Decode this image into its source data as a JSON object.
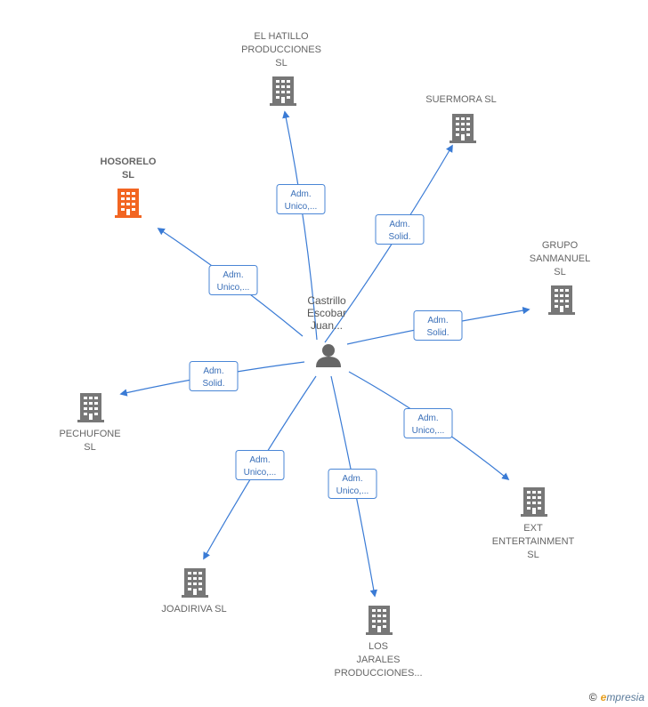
{
  "center": {
    "name_lines": [
      "Castrillo",
      "Escobar",
      "Juan..."
    ],
    "icon": "person-icon"
  },
  "colors": {
    "edge": "#3a7bd5",
    "company": "#777777",
    "highlight": "#f26522"
  },
  "nodes": [
    {
      "id": "el-hatillo",
      "label_lines": [
        "EL HATILLO",
        "PRODUCCIONES",
        "SL"
      ],
      "highlight": false,
      "edge_label": [
        "Adm.",
        "Unico,..."
      ]
    },
    {
      "id": "suermora",
      "label_lines": [
        "SUERMORA  SL"
      ],
      "highlight": false,
      "edge_label": [
        "Adm.",
        "Solid."
      ]
    },
    {
      "id": "hosorelo",
      "label_lines": [
        "HOSORELO",
        "SL"
      ],
      "highlight": true,
      "edge_label": [
        "Adm.",
        "Unico,..."
      ]
    },
    {
      "id": "grupo-sanmanuel",
      "label_lines": [
        "GRUPO",
        "SANMANUEL",
        "SL"
      ],
      "highlight": false,
      "edge_label": [
        "Adm.",
        "Solid."
      ]
    },
    {
      "id": "pechufone",
      "label_lines": [
        "PECHUFONE",
        "SL"
      ],
      "highlight": false,
      "edge_label": [
        "Adm.",
        "Solid."
      ]
    },
    {
      "id": "ext-entertainment",
      "label_lines": [
        "EXT",
        "ENTERTAINMENT",
        "SL"
      ],
      "highlight": false,
      "edge_label": [
        "Adm.",
        "Unico,..."
      ]
    },
    {
      "id": "joadiriva",
      "label_lines": [
        "JOADIRIVA  SL"
      ],
      "highlight": false,
      "edge_label": [
        "Adm.",
        "Unico,..."
      ]
    },
    {
      "id": "los-jarales",
      "label_lines": [
        "LOS",
        "JARALES",
        "PRODUCCIONES..."
      ],
      "highlight": false,
      "edge_label": [
        "Adm.",
        "Unico,..."
      ]
    }
  ],
  "brand": {
    "copyright": "©",
    "e": "e",
    "rest": "mpresia"
  }
}
